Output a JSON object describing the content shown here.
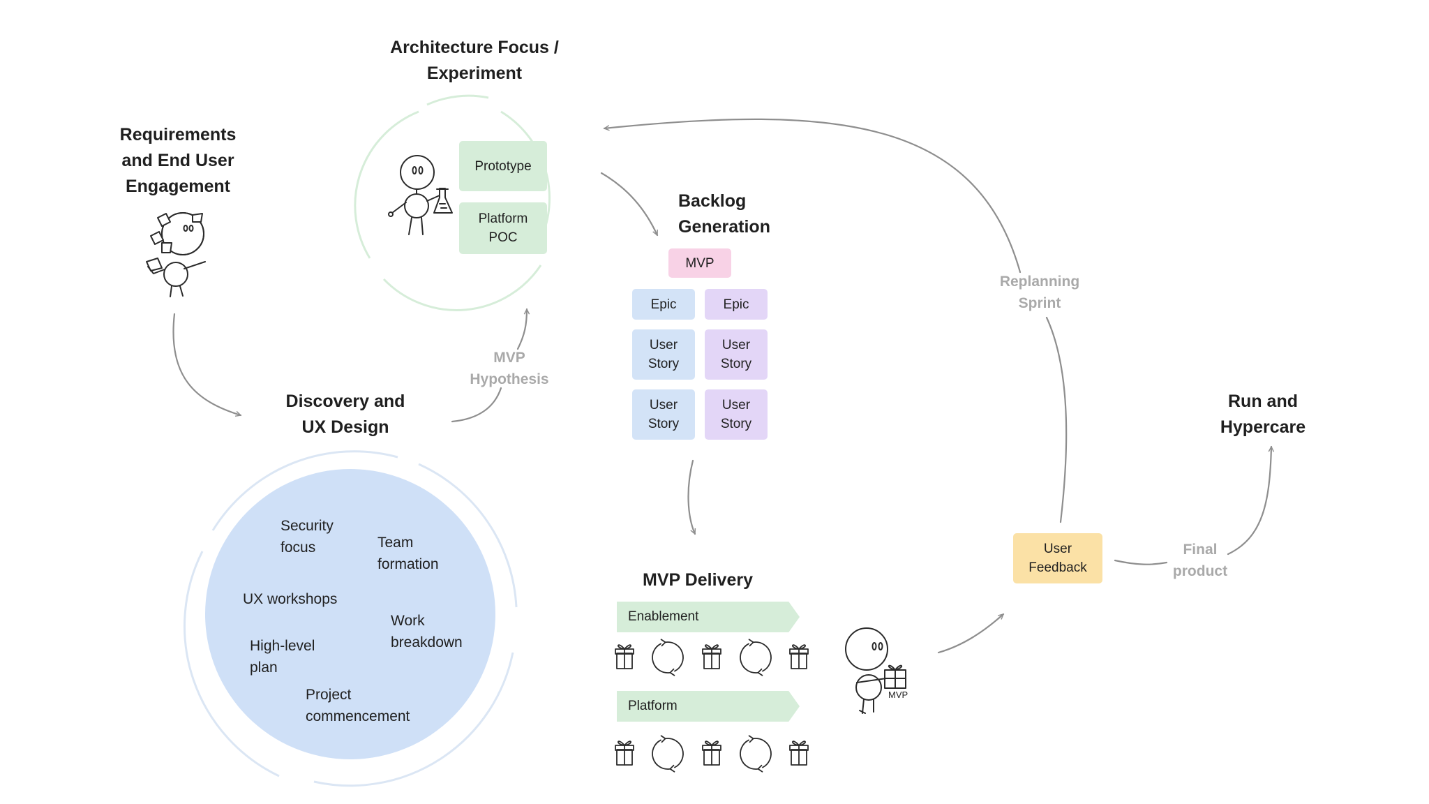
{
  "stages": {
    "architecture": "Architecture Focus /\nExperiment",
    "requirements": "Requirements\nand End User\nEngagement",
    "backlog": "Backlog\nGeneration",
    "discovery": "Discovery and\nUX Design",
    "delivery": "MVP Delivery",
    "run": "Run and\nHypercare"
  },
  "flow_labels": {
    "mvp_hypothesis": "MVP\nHypothesis",
    "replanning": "Replanning\nSprint",
    "final_product": "Final\nproduct"
  },
  "prototype_cards": [
    "Prototype",
    "Platform\nPOC"
  ],
  "backlog": {
    "mvp": "MVP",
    "epics": [
      "Epic",
      "Epic"
    ],
    "stories": [
      "User\nStory",
      "User\nStory",
      "User\nStory",
      "User\nStory"
    ]
  },
  "discovery_items": [
    "Security\nfocus",
    "Team\nformation",
    "UX workshops",
    "Work\nbreakdown",
    "High-level\nplan",
    "Project\ncommencement"
  ],
  "delivery_lanes": [
    "Enablement",
    "Platform"
  ],
  "feedback": "User\nFeedback",
  "mvp_tag": "MVP",
  "colors": {
    "green_card": "#d6edd9",
    "pink_card": "#f8d2e6",
    "blue_card": "#d3e3f7",
    "purple_card": "#e3d6f7",
    "yellow_card": "#fbe1a6",
    "discovery_circle": "#cfe0f7",
    "arrow": "#8e8e8e"
  }
}
